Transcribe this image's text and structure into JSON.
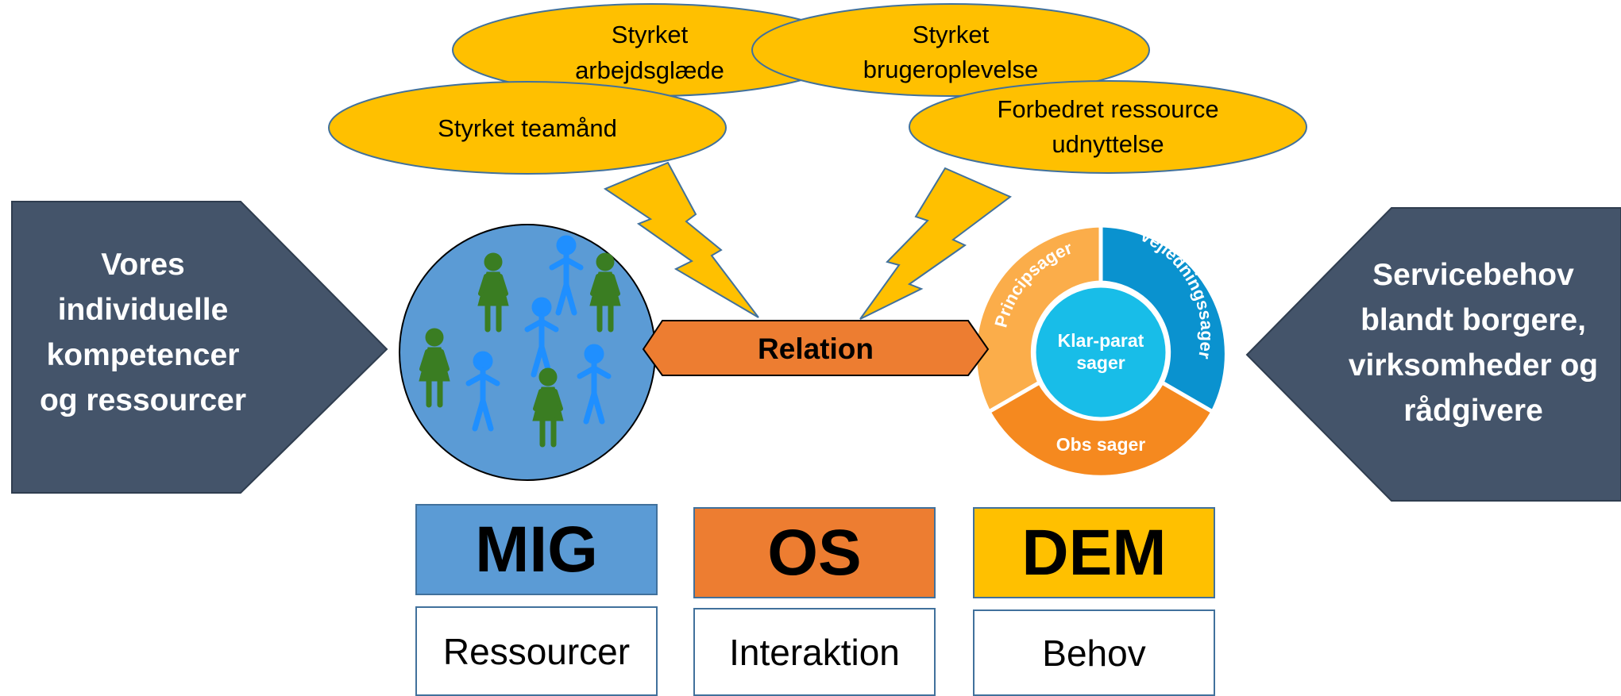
{
  "colors": {
    "dark_panel": "#44546a",
    "ellipse": "#ffc000",
    "ellipse_border": "#41719c",
    "people_circle": "#5b9bd5",
    "relation": "#ed7d31",
    "ring_orange_light": "#fbad4a",
    "ring_orange": "#f5891f",
    "ring_blue": "#0a92cf",
    "ring_center": "#18bde8",
    "person_blue": "#1f8fff",
    "person_green": "#3a7d22"
  },
  "left_panel": {
    "text": "Vores\nindividuelle\nkompetencer\nog ressourcer"
  },
  "right_panel": {
    "text": "Servicebehov\nblandt borgere,\nvirksomheder og\nrådgivere"
  },
  "bubbles": [
    {
      "line1": "Styrket teamånd",
      "line2": ""
    },
    {
      "line1": "Styrket",
      "line2": "arbejdsglæde"
    },
    {
      "line1": "Styrket",
      "line2": "brugeroplevelse"
    },
    {
      "line1": "Forbedret ressource",
      "line2": "udnyttelse"
    }
  ],
  "relation": {
    "label": "Relation"
  },
  "ring": {
    "center_line1": "Klar-parat",
    "center_line2": "sager",
    "segment_left": "Principsager",
    "segment_right": "Vejledningssager",
    "segment_bottom": "Obs sager"
  },
  "columns": [
    {
      "head": "MIG",
      "sub": "Ressourcer",
      "color": "#5b9bd5"
    },
    {
      "head": "OS",
      "sub": "Interaktion",
      "color": "#ed7d31"
    },
    {
      "head": "DEM",
      "sub": "Behov",
      "color": "#ffc000"
    }
  ]
}
